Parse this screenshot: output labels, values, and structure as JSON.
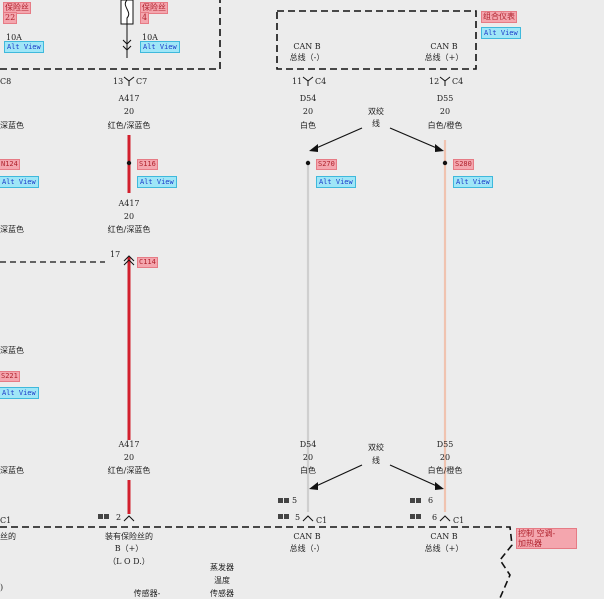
{
  "top": {
    "fuse_left_label": "保险丝",
    "fuse_left_num": "22",
    "fuse_mid_label": "保险丝",
    "fuse_mid_num": "4",
    "amp_left": "10A",
    "amp_mid": "10A",
    "alt_view": "Alt View",
    "cluster_label": "组合仪表",
    "can_b": "CAN B",
    "bus_minus": "总线（-）",
    "bus_plus": "总线（+）"
  },
  "connectors": {
    "left_c8": "C8",
    "pin_13": "13",
    "c7": "C7",
    "pin_11": "11",
    "c4_a": "C4",
    "pin_12": "12",
    "c4_b": "C4",
    "pin_17": "17",
    "pin_2": "2",
    "pin_5": "5",
    "pin_6": "6",
    "c1_left": "C1",
    "c1_a": "C1",
    "c1_b": "C1",
    "pin5_small": "5",
    "pin6_small": "6"
  },
  "wires": {
    "a417": "A417",
    "gauge_20": "20",
    "red_darkblue": "红色/深蓝色",
    "d54": "D54",
    "d55": "D55",
    "white": "白色",
    "white_orange": "白色/橙色",
    "twisted_1": "双绞",
    "twisted_2": "线",
    "darkblue_partial": "深蓝色"
  },
  "splices": {
    "s116": "S116",
    "s270": "S270",
    "s280": "S280",
    "n124": "N124",
    "c114": "C114",
    "s221": "S221"
  },
  "bottom": {
    "left_partial": "丝的",
    "fused_b": "装有保险丝的",
    "fused_b2": "B（+）",
    "lod": "（L O D.）",
    "evap": "蒸发器",
    "temp": "温度",
    "sensor": "传感器",
    "sensor_dash": "传感器-",
    "control_hvac": "控制 空调-",
    "heater": "加热器",
    "bracket": ")"
  }
}
